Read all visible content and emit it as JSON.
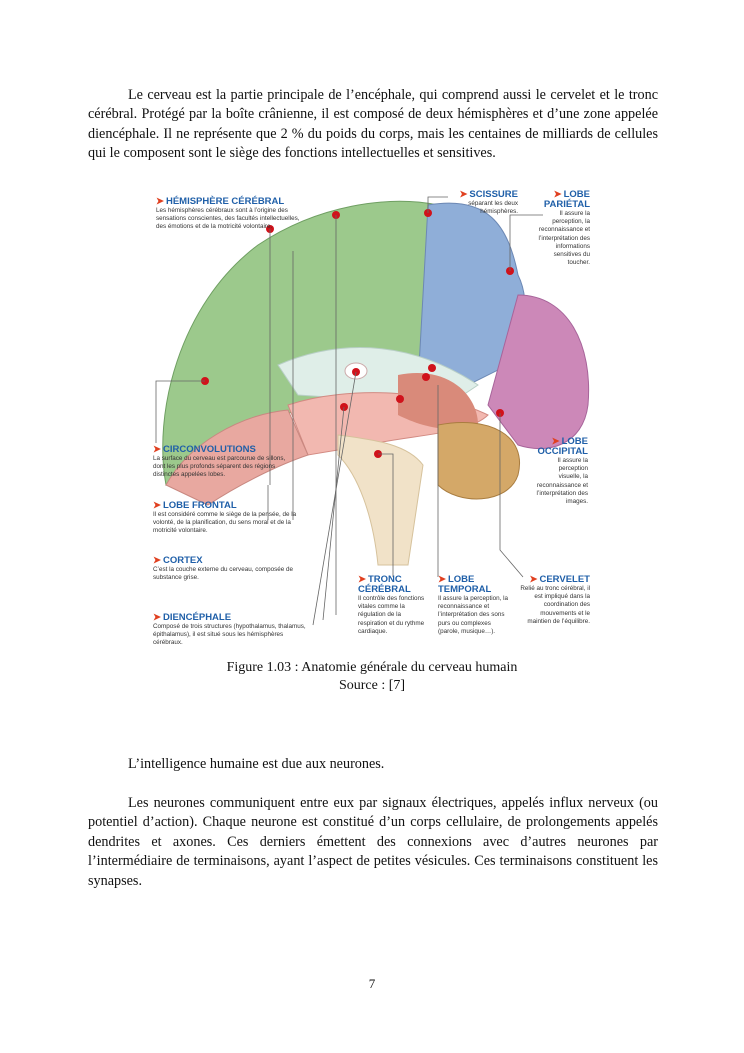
{
  "paragraphs": {
    "intro": "Le cerveau est la partie principale de l’encéphale, qui comprend aussi le cervelet et le tronc cérébral. Protégé par la boîte crânienne, il est composé de deux hémisphères et d’une zone appelée diencéphale. Il ne représente que 2 % du poids du corps, mais les centaines de milliards de cellules qui le composent sont le siège des fonctions intellectuelles et sensitives.",
    "intelligence": "L’intelligence humaine est due aux neurones.",
    "neurones": "Les neurones communiquent entre eux par signaux électriques, appelés influx nerveux (ou potentiel d’action). Chaque neurone est constitué d’un corps cellulaire, de prolongements appelés dendrites et axones. Ces derniers émettent des connexions avec d’autres neurones par l’intermédiaire de terminaisons, ayant l’aspect de petites vésicules. Ces terminaisons constituent les synapses."
  },
  "figure": {
    "arrow": "➤",
    "labels": {
      "hemisphere": {
        "title": "HÉMISPHÈRE CÉRÉBRAL",
        "text": "Les hémisphères cérébraux sont à l’origine des sensations conscientes, des facultés intellectuelles, des émotions et de la motricité volontaire."
      },
      "scissure": {
        "title": "SCISSURE",
        "text": "séparant les deux hémisphères."
      },
      "parietal": {
        "title1": "LOBE",
        "title2": "PARIÉTAL",
        "text": "Il assure la perception, la reconnaissance et l’interprétation des informations sensitives du toucher."
      },
      "circonvolutions": {
        "title": "CIRCONVOLUTIONS",
        "text": "La surface du cerveau est parcourue de sillons, dont les plus profonds séparent des régions distinctes appelées lobes."
      },
      "frontal": {
        "title": "LOBE FRONTAL",
        "text": "Il est considéré comme le siège de la pensée, de la volonté, de la planification, du sens moral et de la motricité volontaire."
      },
      "cortex": {
        "title": "CORTEX",
        "text": "C’est la couche externe du cerveau, composée de substance grise."
      },
      "diencephale": {
        "title": "DIENCÉPHALE",
        "text": "Composé de trois structures (hypothalamus, thalamus, épithalamus), il est situé sous les hémisphères cérébraux."
      },
      "occipital": {
        "title1": "LOBE",
        "title2": "OCCIPITAL",
        "text": "Il assure la perception visuelle, la reconnaissance et l’interprétation des images."
      },
      "tronc": {
        "title1": "TRONC",
        "title2": "CÉRÉBRAL",
        "text": "Il contrôle des fonctions vitales comme la régulation de la respiration et du rythme cardiaque."
      },
      "temporal": {
        "title1": "LOBE",
        "title2": "TEMPORAL",
        "text": "Il assure la perception, la reconnaissance et l’interprétation des sons purs ou complexes (parole, musique…)."
      },
      "cervelet": {
        "title": "CERVELET",
        "text": "Relié au tronc cérébral, il est impliqué dans la coordination des mouvements et le maintien de l’équilibre."
      }
    },
    "caption": "Figure 1.03 : Anatomie générale du cerveau humain",
    "source": "Source : [7]"
  },
  "page_number": "7"
}
